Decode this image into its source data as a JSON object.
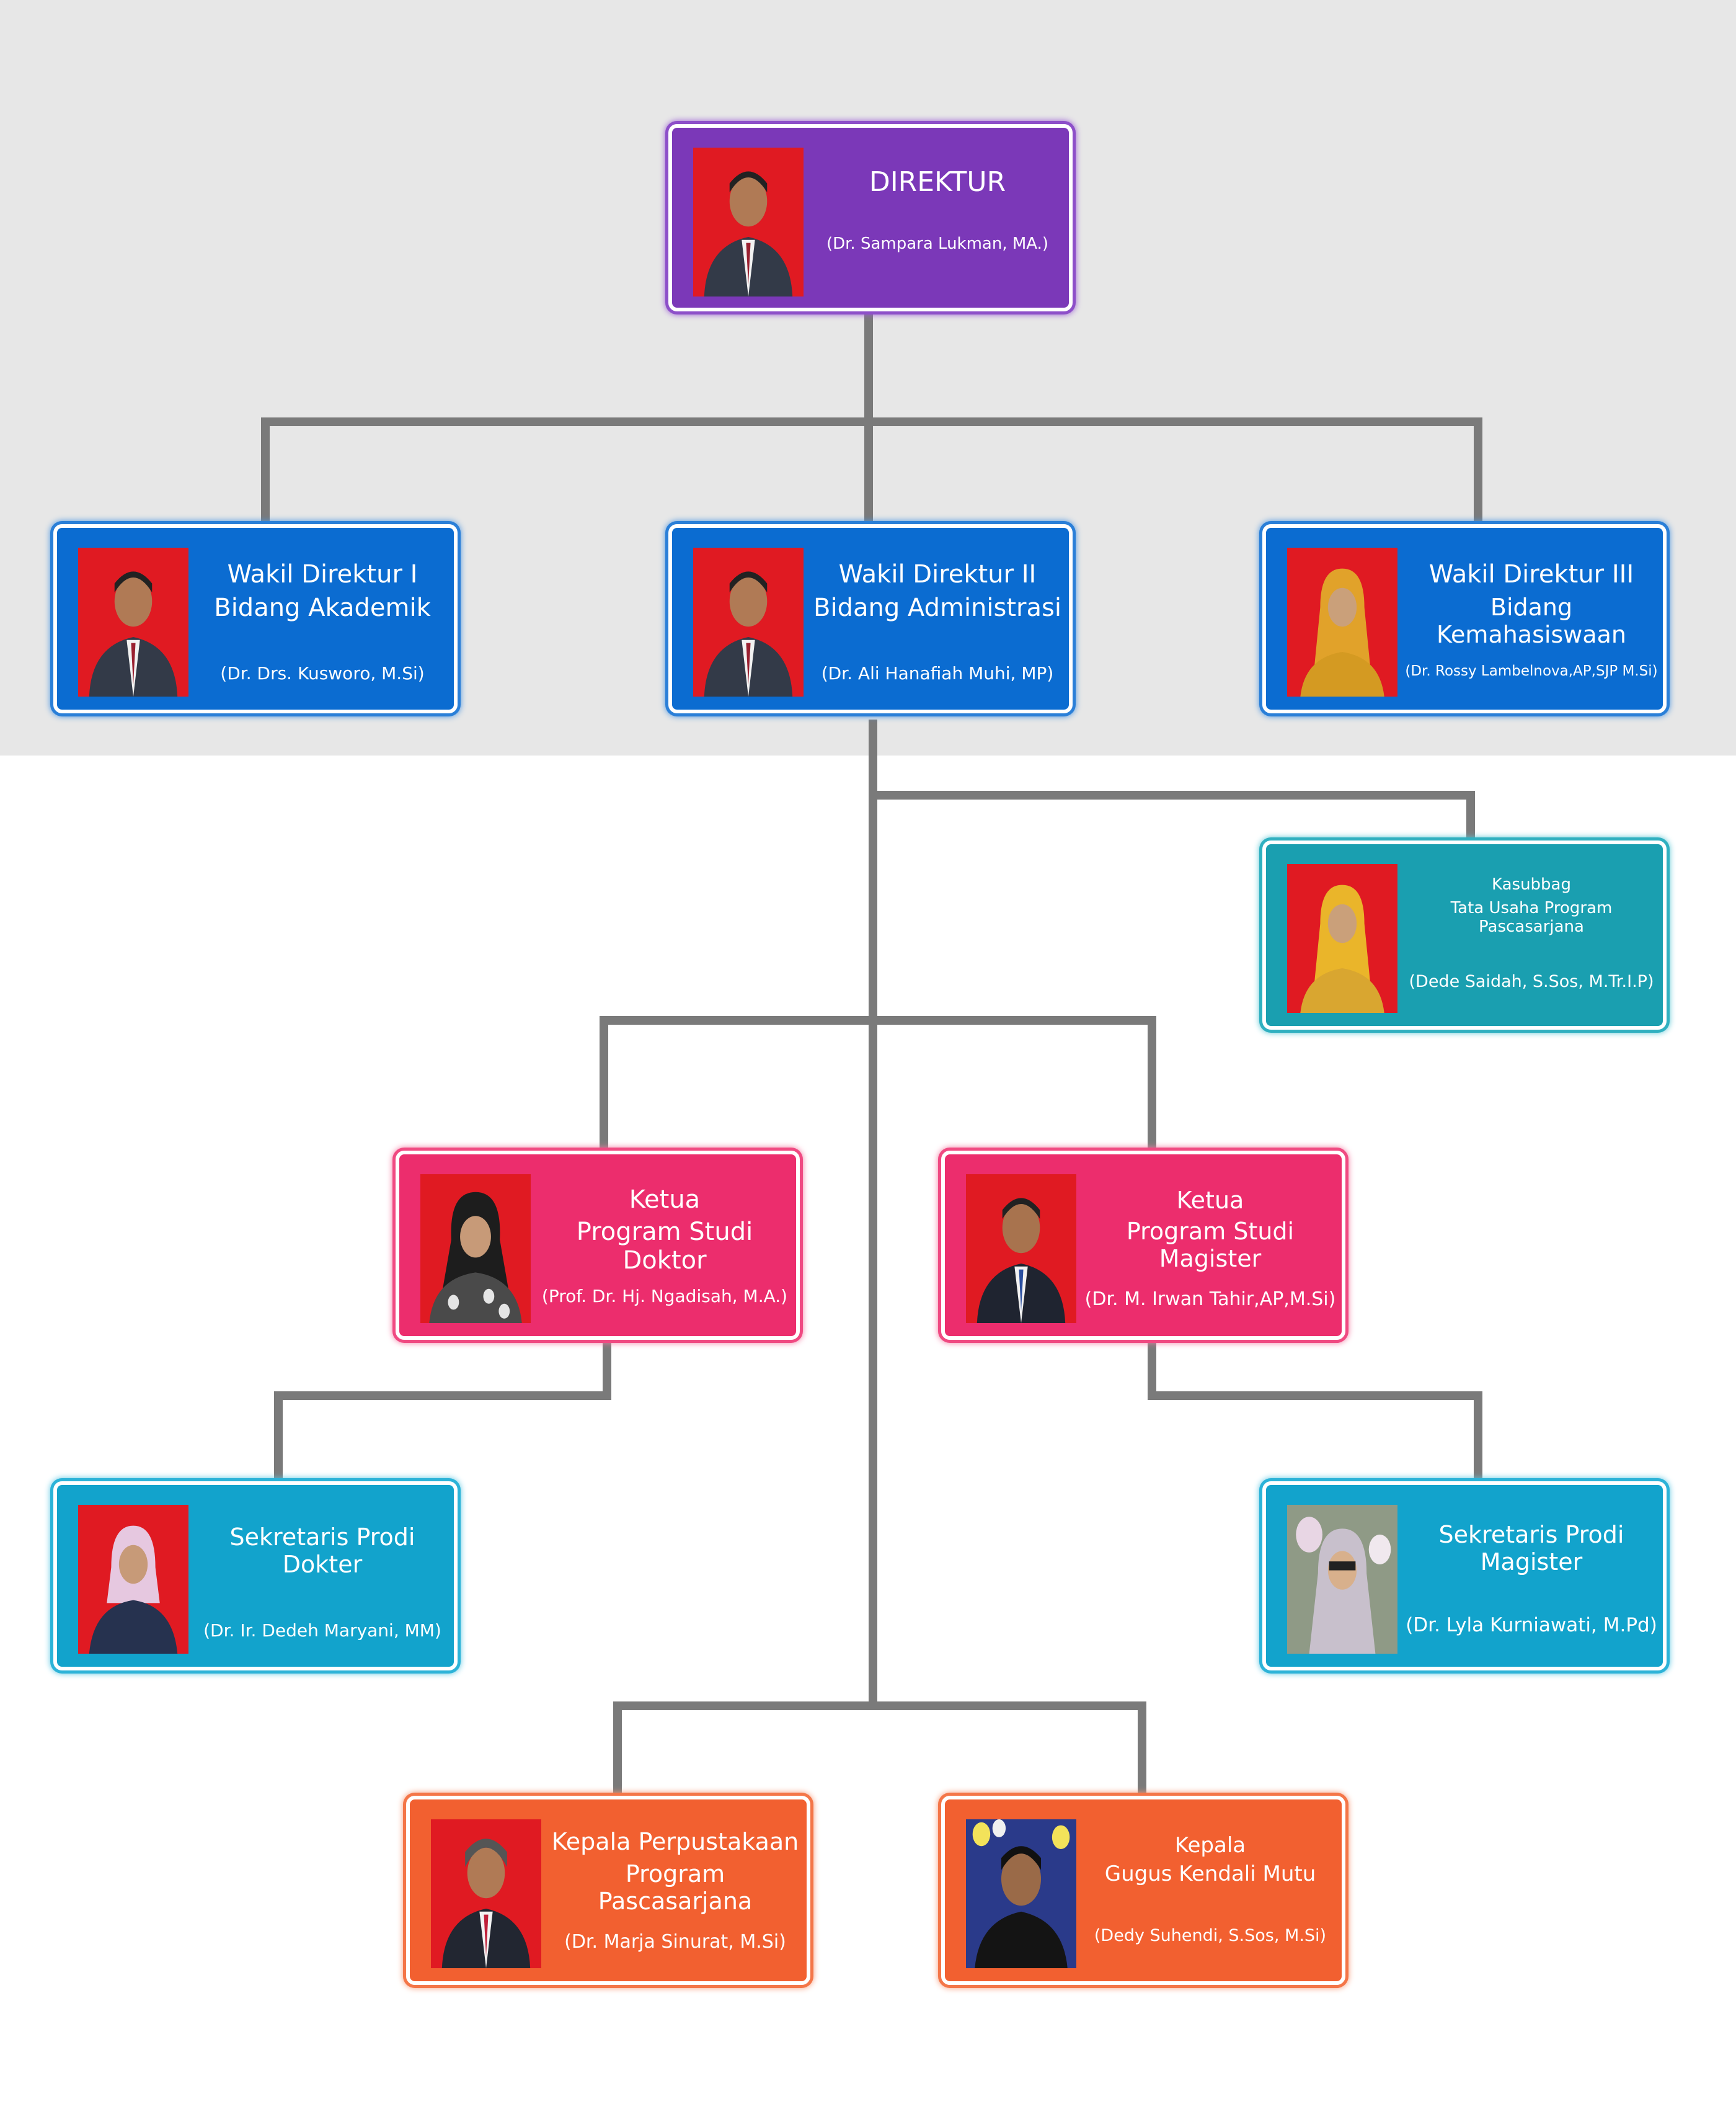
{
  "colors": {
    "purple": "#7b38b8",
    "blue": "#0b6cd1",
    "teal": "#1a9fb0",
    "cyan": "#12a3cc",
    "pink": "#ec2d6d",
    "orange": "#f26030",
    "connector": "#7a7a7a",
    "band": "#e7e7e7"
  },
  "nodes": {
    "direktur": {
      "title1": "DIREKTUR",
      "title2": "",
      "name": "(Dr. Sampara Lukman, MA.)",
      "icon": "person-photo"
    },
    "wadir1": {
      "title1": "Wakil Direktur I",
      "title2": "Bidang Akademik",
      "name": "(Dr. Drs. Kusworo, M.Si)",
      "icon": "person-photo"
    },
    "wadir2": {
      "title1": "Wakil Direktur II",
      "title2": "Bidang Administrasi",
      "name": "(Dr. Ali Hanafiah Muhi, MP)",
      "icon": "person-photo"
    },
    "wadir3": {
      "title1": "Wakil Direktur III",
      "title2": "Bidang Kemahasiswaan",
      "name": "(Dr. Rossy Lambelnova,AP,SJP M.Si)",
      "icon": "person-photo"
    },
    "kasubbag": {
      "title1": "Kasubbag",
      "title2": "Tata Usaha Program Pascasarjana",
      "name": "(Dede Saidah, S.Sos, M.Tr.I.P)",
      "icon": "person-photo"
    },
    "ketua_doktor": {
      "title1": "Ketua",
      "title2": "Program Studi Doktor",
      "name": "(Prof. Dr. Hj. Ngadisah, M.A.)",
      "icon": "person-photo"
    },
    "ketua_magister": {
      "title1": "Ketua",
      "title2": "Program Studi Magister",
      "name": "(Dr. M. Irwan Tahir,AP,M.Si)",
      "icon": "person-photo"
    },
    "sek_doktor": {
      "title1": "Sekretaris Prodi Dokter",
      "title2": "",
      "name": "(Dr. Ir. Dedeh Maryani, MM)",
      "icon": "person-photo"
    },
    "sek_magister": {
      "title1": "Sekretaris Prodi Magister",
      "title2": "",
      "name": "(Dr. Lyla Kurniawati, M.Pd)",
      "icon": "person-photo"
    },
    "kepala_pustaka": {
      "title1": "Kepala Perpustakaan",
      "title2": "Program Pascasarjana",
      "name": "(Dr. Marja Sinurat, M.Si)",
      "icon": "person-photo"
    },
    "kepala_mutu": {
      "title1": "Kepala",
      "title2": "Gugus Kendali Mutu",
      "name": "(Dedy Suhendi, S.Sos, M.Si)",
      "icon": "person-photo"
    }
  }
}
